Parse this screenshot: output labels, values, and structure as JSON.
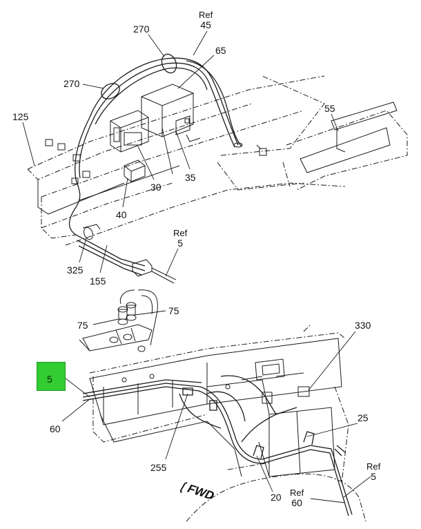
{
  "callouts": {
    "c270a": "270",
    "c270b": "270",
    "c65": "65",
    "c125": "125",
    "c55": "55",
    "c30": "30",
    "c35": "35",
    "c40": "40",
    "c325": "325",
    "c155": "155",
    "c75a": "75",
    "c75b": "75",
    "c330": "330",
    "c60": "60",
    "c25": "25",
    "c255": "255",
    "c20": "20"
  },
  "refs": {
    "r45": {
      "ref": "Ref",
      "num": "45"
    },
    "r5a": {
      "ref": "Ref",
      "num": "5"
    },
    "r5b": {
      "ref": "Ref",
      "num": "5"
    },
    "r60": {
      "ref": "Ref",
      "num": "60"
    }
  },
  "hotspot": {
    "label": "5",
    "color": "#33cc33"
  },
  "direction": {
    "label": "FWD"
  }
}
